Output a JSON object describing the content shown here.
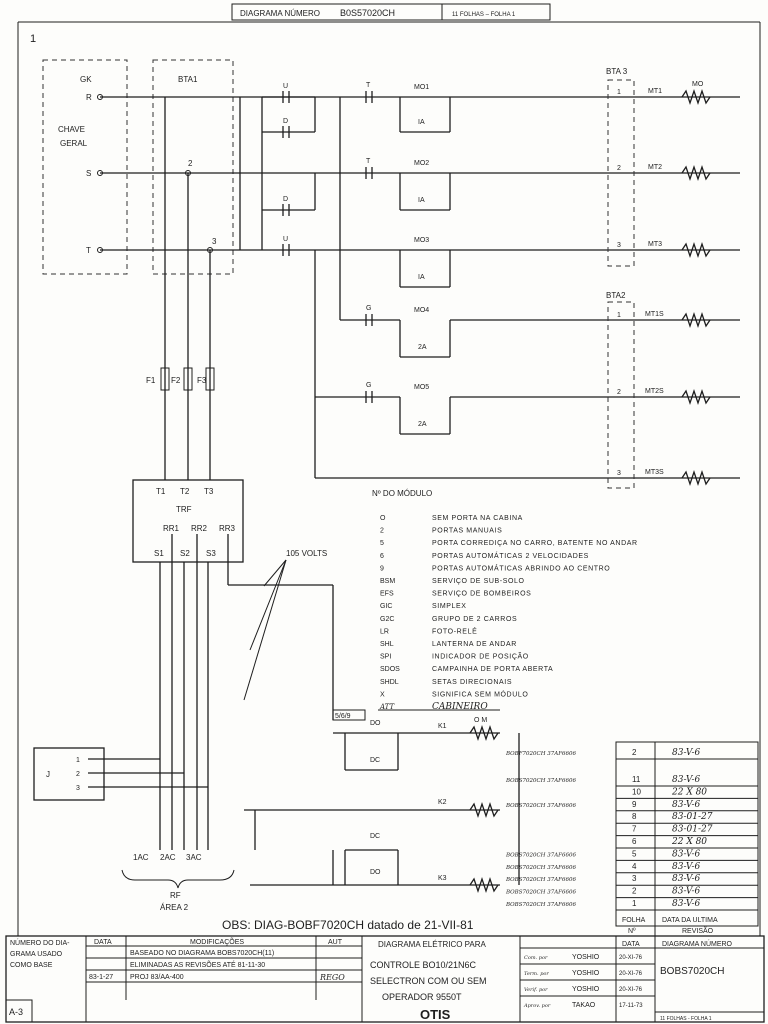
{
  "header": {
    "diagram_label": "DIAGRAMA NÚMERO",
    "diagram_number": "B0S57020CH",
    "sheets": "11 FOLHAS – FOLHA 1",
    "sheet_mark": "1"
  },
  "blocks": {
    "gk": "GK",
    "chave_geral_1": "CHAVE",
    "chave_geral_2": "GERAL",
    "bta1": "BTA1",
    "bta3": "BTA 3",
    "bta2": "BTA2",
    "trf": "TRF",
    "j": "J",
    "rf": "RF",
    "area": "ÁREA 2",
    "volts": "105 VOLTS",
    "group_5689": "5/6/9"
  },
  "phases": [
    "R",
    "S",
    "T"
  ],
  "terminals": {
    "bta1_nums": [
      "2",
      "3"
    ],
    "bta3_nums": [
      "1",
      "2",
      "3"
    ],
    "bta2_nums": [
      "1",
      "2",
      "3"
    ],
    "trf_top": [
      "T1",
      "T2",
      "T3"
    ],
    "trf_mid": [
      "RR1",
      "RR2",
      "RR3"
    ],
    "trf_bot": [
      "S1",
      "S2",
      "S3"
    ],
    "j_nums": [
      "1",
      "2",
      "3"
    ],
    "ac": [
      "1AC",
      "2AC",
      "3AC"
    ],
    "fuses": [
      "F1",
      "F2",
      "F3"
    ]
  },
  "contacts": {
    "u": "U",
    "d": "D",
    "t": "T",
    "g": "G",
    "mo1": "MO1",
    "mo2": "MO2",
    "mo3": "MO3",
    "mo4": "MO4",
    "mo5": "MO5",
    "ia": "IA",
    "a2": "2A",
    "mo": "MO",
    "do": "DO",
    "dc": "DC",
    "om": "O M",
    "k1": "K1",
    "k2": "K2",
    "k3": "K3"
  },
  "motor_terminals": [
    "MT1",
    "MT2",
    "MT3",
    "MT1S",
    "MT2S",
    "MT3S"
  ],
  "module_table": {
    "title": "Nº DO MÓDULO",
    "rows": [
      {
        "code": "O",
        "desc": "SEM PORTA NA CABINA"
      },
      {
        "code": "2",
        "desc": "PORTAS MANUAIS"
      },
      {
        "code": "5",
        "desc": "PORTA CORREDIÇA NO CARRO, BATENTE NO ANDAR"
      },
      {
        "code": "6",
        "desc": "PORTAS AUTOMÁTICAS 2 VELOCIDADES"
      },
      {
        "code": "9",
        "desc": "PORTAS AUTOMÁTICAS ABRINDO AO CENTRO"
      },
      {
        "code": "BSM",
        "desc": "SERVIÇO DE SUB-SOLO"
      },
      {
        "code": "EFS",
        "desc": "SERVIÇO DE BOMBEIROS"
      },
      {
        "code": "GIC",
        "desc": "SIMPLEX"
      },
      {
        "code": "G2C",
        "desc": "GRUPO DE 2 CARROS"
      },
      {
        "code": "LR",
        "desc": "FOTO-RELÉ"
      },
      {
        "code": "SHL",
        "desc": "LANTERNA DE ANDAR"
      },
      {
        "code": "SPI",
        "desc": "INDICADOR DE POSIÇÃO"
      },
      {
        "code": "SDOS",
        "desc": "CAMPAINHA DE PORTA ABERTA"
      },
      {
        "code": "SHDL",
        "desc": "SETAS DIRECIONAIS"
      },
      {
        "code": "X",
        "desc": "SIGNIFICA SEM MÓDULO"
      },
      {
        "code": "ATT",
        "desc": "CABINEIRO"
      }
    ]
  },
  "sheet_refs": [
    {
      "note": "BOBF7020CH 37AF6606",
      "sheet": "2",
      "date": "83-V-6"
    },
    {
      "note": "BOBS7020CH 37AF6606",
      "sheet": "11",
      "date": "83-V-6"
    },
    {
      "note": "",
      "sheet": "10",
      "date": "22 X 80"
    },
    {
      "note": "BOBS7020CH 37AF6606",
      "sheet": "9",
      "date": "83-V-6"
    },
    {
      "note": "",
      "sheet": "8",
      "date": "83-01-27"
    },
    {
      "note": "",
      "sheet": "7",
      "date": "83-01-27"
    },
    {
      "note": "",
      "sheet": "6",
      "date": "22 X 80"
    },
    {
      "note": "BOBS7020CH 37AF6606",
      "sheet": "5",
      "date": "83-V-6"
    },
    {
      "note": "BOBS7020CH 37AF6606",
      "sheet": "4",
      "date": "83-V-6"
    },
    {
      "note": "BOBS7020CH 37AF6606",
      "sheet": "3",
      "date": "83-V-6"
    },
    {
      "note": "BOBS7020CH 37AF6606",
      "sheet": "2",
      "date": "83-V-6"
    },
    {
      "note": "BOBS7020CH 37AF6606",
      "sheet": "1",
      "date": "83-V-6"
    }
  ],
  "sheet_table_header": {
    "folha": "FOLHA",
    "n": "Nº",
    "data_ultima": "DATA DA ULTIMA",
    "revisao": "REVISÃO"
  },
  "obs": "OBS: DIAG-BOBF7020CH datado de 21-VII-81",
  "title_block": {
    "left_h1": "NÚMERO DO DIA-",
    "left_h2": "GRAMA USADO",
    "left_h3": "COMO    BASE",
    "col_data": "DATA",
    "col_mod": "MODIFICAÇÕES",
    "col_aut": "AUT",
    "mods": [
      {
        "data": "",
        "text": "BASEADO NO DIAGRAMA BOBS7020CH(11)"
      },
      {
        "data": "",
        "text": "ELIMINADAS AS REVISÕES ATÉ 81-11-30"
      },
      {
        "data": "83-1-27",
        "text": "PROJ 83/AA-400",
        "aut": "REGO"
      }
    ],
    "page_code": "A-3",
    "title_label": "DIAGRAMA ELÉTRICO PARA",
    "line1": "CONTROLE BO10/21N6C",
    "line2": "SELECTRON COM OU SEM",
    "line3": "OPERADOR 9550T",
    "brand": "OTIS",
    "signs": [
      {
        "role": "Com. por",
        "name": "YOSHIO",
        "date": "20-XI-76"
      },
      {
        "role": "Term. por",
        "name": "YOSHIO",
        "date": "20-XI-76"
      },
      {
        "role": "Verif. por",
        "name": "YOSHIO",
        "date": "20-XI-76"
      },
      {
        "role": "Aprov. por",
        "name": "TAKAO",
        "date": "17-11-73"
      }
    ],
    "data_label": "DATA",
    "diag_num_label": "DIAGRAMA NÚMERO",
    "diag_num": "BOBS7020CH",
    "foot": "11 FOLHAS - FOLHA 1"
  }
}
